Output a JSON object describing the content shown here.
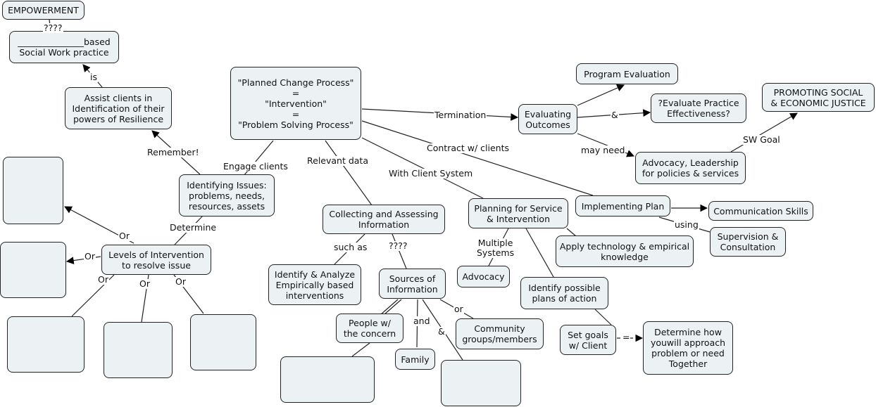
{
  "concept_map": {
    "nodes": {
      "empowerment": "EMPOWERMENT",
      "based_practice": "_______________based\nSocial Work practice",
      "assist_clients": "Assist clients in\nIdentification of their\npowers of Resilience",
      "planned_change": "\"Planned Change Process\"\n=\n\"Intervention\"\n=\n\"Problem Solving Process\"",
      "identifying_issues": "Identifying Issues:\nproblems, needs,\nresources, assets",
      "levels_intervention": "Levels of Intervention\nto resolve issue",
      "blank_1": "",
      "blank_2": "",
      "blank_3": "",
      "blank_4": "",
      "blank_5": "",
      "collecting_info": "Collecting and Assessing\nInformation",
      "identify_analyze": "Identify & Analyze\nEmpirically based\ninterventions",
      "sources_info": "Sources of\nInformation",
      "people_concern": "People w/\nthe concern",
      "family": "Family",
      "community": "Community\ngroups/members",
      "blank_6": "",
      "blank_7": "",
      "planning_service": "Planning for Service\n& Intervention",
      "advocacy": "Advocacy",
      "identify_plans": "Identify possible\nplans of action",
      "set_goals": "Set goals\nw/ Client",
      "determine_how": "Determine how\nyouwill approach\nproblem or need\nTogether",
      "apply_tech": "Apply technology & empirical\nknowledge",
      "implementing_plan": "Implementing Plan",
      "communication_skills": "Communication Skills",
      "supervision": "Supervision &\nConsultation",
      "evaluating_outcomes": "Evaluating\nOutcomes",
      "program_eval": "Program Evaluation",
      "evaluate_practice": "?Evaluate Practice\nEffectiveness?",
      "advocacy_leadership": "Advocacy, Leadership\nfor policies & services",
      "promoting_justice": "PROMOTING SOCIAL\n& ECONOMIC JUSTICE"
    },
    "links": {
      "q4_top": "????",
      "is": "is",
      "remember": "Remember!",
      "engage_clients": "Engage clients",
      "determine": "Determine",
      "or_1": "Or",
      "or_2": "Or",
      "or_3": "Or",
      "or_4": "Or",
      "or_5": "Or",
      "relevant_data": "Relevant data",
      "such_as": "such as",
      "q4_sources": "????",
      "and": "and",
      "amp": "&",
      "or_small": "or",
      "with_client_system": "With Client System",
      "multiple_systems": "Multiple\nSystems",
      "contract": "Contract w/ clients",
      "using": "using",
      "termination": "Termination",
      "amp_eval": "&",
      "may_need": "may need",
      "sw_goal": "SW Goal",
      "equals": "="
    }
  }
}
